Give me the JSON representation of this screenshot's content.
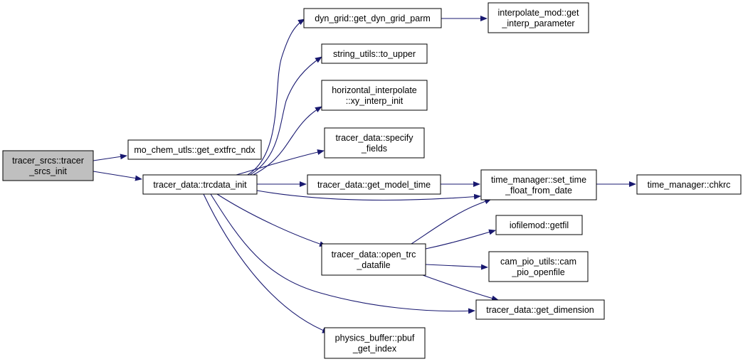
{
  "diagram": {
    "type": "call-graph",
    "colors": {
      "edge": "#191970",
      "root_fill": "#bfbfbf",
      "node_fill": "#ffffff",
      "node_border": "#000000"
    },
    "nodes": [
      {
        "id": "tracer_srcs_init",
        "lines": [
          "tracer_srcs::tracer",
          "_srcs_init"
        ],
        "root": true
      },
      {
        "id": "get_extfrc_ndx",
        "lines": [
          "mo_chem_utls::get_extfrc_ndx"
        ]
      },
      {
        "id": "trcdata_init",
        "lines": [
          "tracer_data::trcdata_init"
        ]
      },
      {
        "id": "get_dyn_grid_parm",
        "lines": [
          "dyn_grid::get_dyn_grid_parm"
        ]
      },
      {
        "id": "get_interp_parameter",
        "lines": [
          "interpolate_mod::get",
          "_interp_parameter"
        ]
      },
      {
        "id": "to_upper",
        "lines": [
          "string_utils::to_upper"
        ]
      },
      {
        "id": "xy_interp_init",
        "lines": [
          "horizontal_interpolate",
          "::xy_interp_init"
        ]
      },
      {
        "id": "specify_fields",
        "lines": [
          "tracer_data::specify",
          "_fields"
        ]
      },
      {
        "id": "get_model_time",
        "lines": [
          "tracer_data::get_model_time"
        ]
      },
      {
        "id": "set_time_float_from_date",
        "lines": [
          "time_manager::set_time",
          "_float_from_date"
        ]
      },
      {
        "id": "chkrc",
        "lines": [
          "time_manager::chkrc"
        ]
      },
      {
        "id": "getfil",
        "lines": [
          "iofilemod::getfil"
        ]
      },
      {
        "id": "open_trc_datafile",
        "lines": [
          "tracer_data::open_trc",
          "_datafile"
        ]
      },
      {
        "id": "cam_pio_openfile",
        "lines": [
          "cam_pio_utils::cam",
          "_pio_openfile"
        ]
      },
      {
        "id": "get_dimension",
        "lines": [
          "tracer_data::get_dimension"
        ]
      },
      {
        "id": "pbuf_get_index",
        "lines": [
          "physics_buffer::pbuf",
          "_get_index"
        ]
      }
    ],
    "edges": [
      {
        "from": "tracer_srcs_init",
        "to": "get_extfrc_ndx"
      },
      {
        "from": "tracer_srcs_init",
        "to": "trcdata_init"
      },
      {
        "from": "trcdata_init",
        "to": "get_dyn_grid_parm"
      },
      {
        "from": "trcdata_init",
        "to": "to_upper"
      },
      {
        "from": "trcdata_init",
        "to": "xy_interp_init"
      },
      {
        "from": "trcdata_init",
        "to": "specify_fields"
      },
      {
        "from": "trcdata_init",
        "to": "get_model_time"
      },
      {
        "from": "trcdata_init",
        "to": "set_time_float_from_date"
      },
      {
        "from": "trcdata_init",
        "to": "open_trc_datafile"
      },
      {
        "from": "trcdata_init",
        "to": "get_dimension"
      },
      {
        "from": "trcdata_init",
        "to": "pbuf_get_index"
      },
      {
        "from": "get_dyn_grid_parm",
        "to": "get_interp_parameter"
      },
      {
        "from": "get_model_time",
        "to": "set_time_float_from_date"
      },
      {
        "from": "set_time_float_from_date",
        "to": "chkrc"
      },
      {
        "from": "open_trc_datafile",
        "to": "set_time_float_from_date"
      },
      {
        "from": "open_trc_datafile",
        "to": "getfil"
      },
      {
        "from": "open_trc_datafile",
        "to": "cam_pio_openfile"
      },
      {
        "from": "open_trc_datafile",
        "to": "get_dimension"
      }
    ]
  }
}
